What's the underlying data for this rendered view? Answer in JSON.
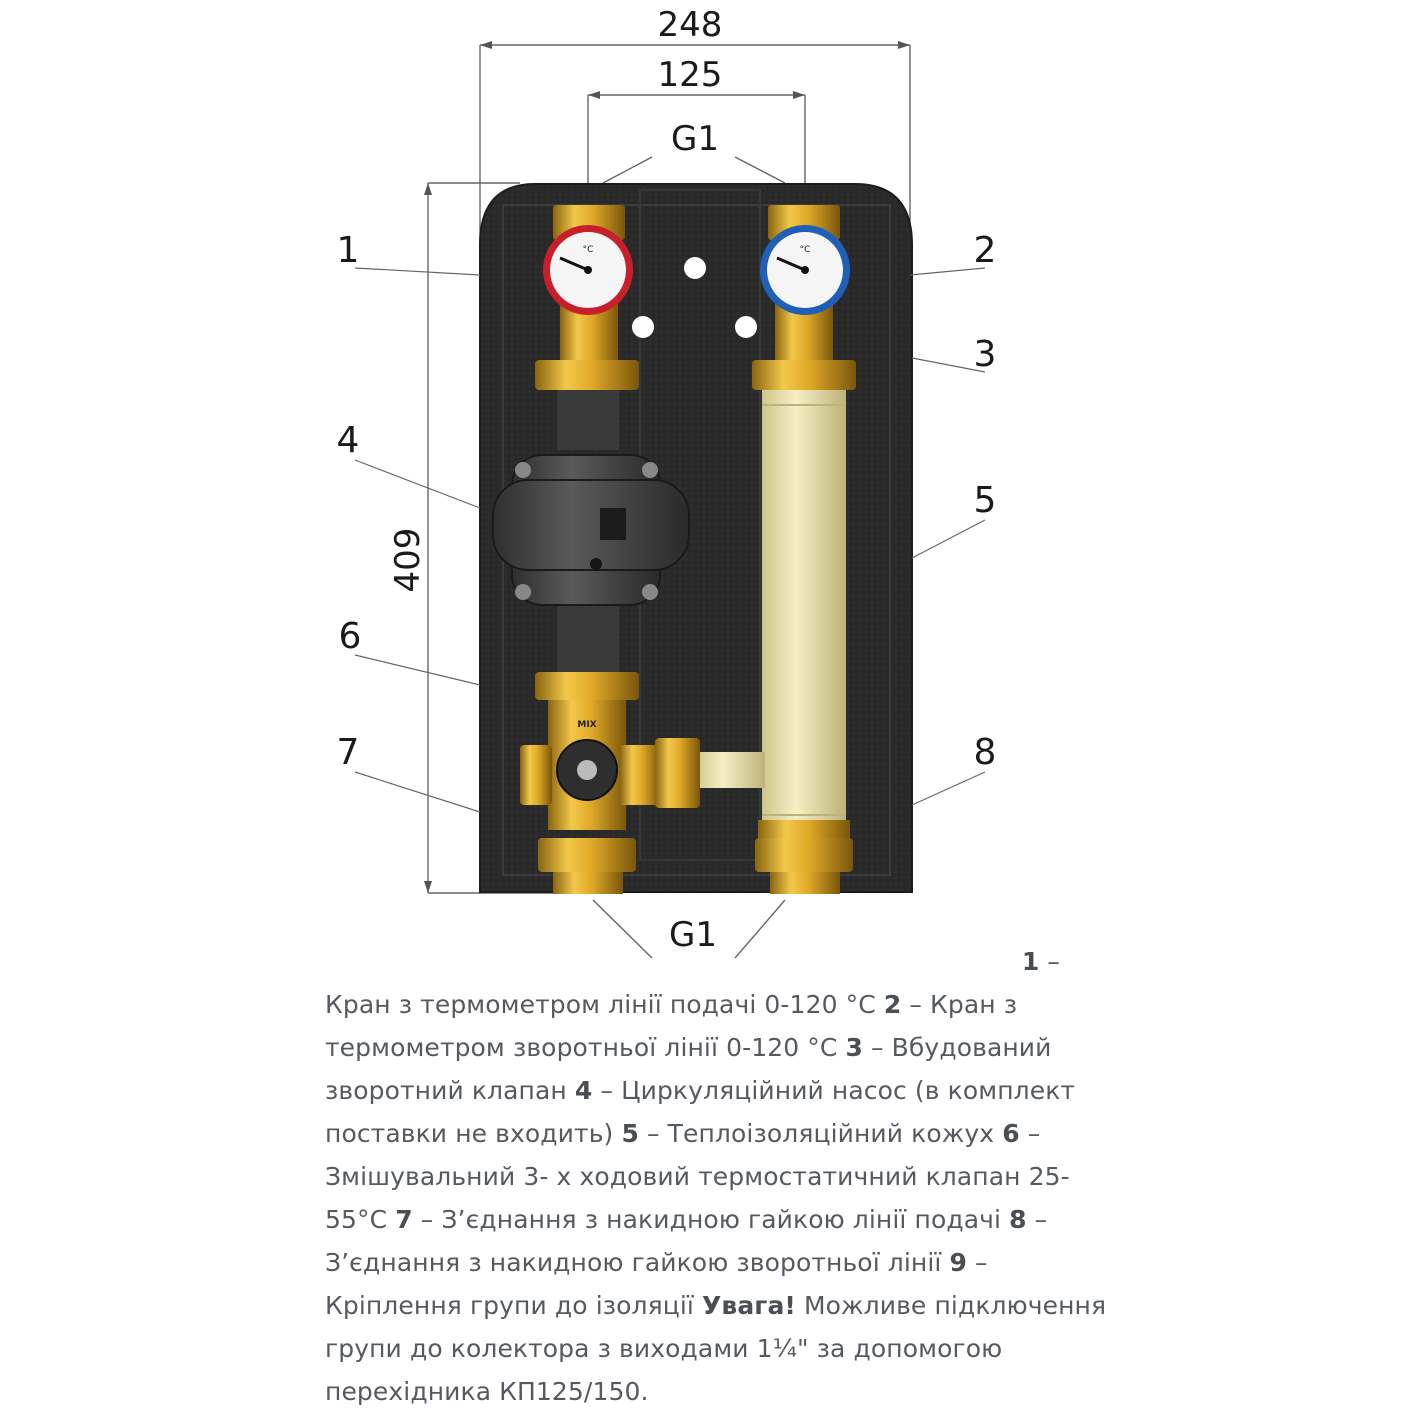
{
  "dimensions": {
    "width_total": "248",
    "width_axis": "125",
    "height_total": "409",
    "thread_top": "G1",
    "thread_bottom": "G1"
  },
  "callouts": [
    "1",
    "2",
    "3",
    "4",
    "5",
    "6",
    "7",
    "8"
  ],
  "gauges": {
    "left_unit": "°C",
    "right_unit": "°C",
    "valve_mark": "MIX"
  },
  "description": {
    "items": [
      {
        "num": "1",
        "text": " – Кран з термометром лінії подачі 0-120 °C "
      },
      {
        "num": "2",
        "text": " – Кран з термометром зворотньої лінії 0-120 °C "
      },
      {
        "num": "3",
        "text": " – Вбудований зворотний клапан "
      },
      {
        "num": "4",
        "text": " – Циркуляційний насос (в комплект поставки не входить) "
      },
      {
        "num": "5",
        "text": " – Теплоізоляційний кожух "
      },
      {
        "num": "6",
        "text": " – Змішувальний 3- х ходовий термостатичний клапан 25-55°C "
      },
      {
        "num": "7",
        "text": " – З’єднання з накидною гайкою лінії подачі "
      },
      {
        "num": "8",
        "text": " – З’єднання з накидною гайкою зворотньої лінії "
      },
      {
        "num": "9",
        "text": " – Кріплення групи до ізоляції "
      }
    ],
    "warning_label": "Увага!",
    "warning_text": " Можливе підключення групи до колектора з виходами 1¼\" за допомогою перехідника КП125/150."
  },
  "colors": {
    "insulation": "#2b2b2b",
    "brass": "#d9a520",
    "pipe": "#efe6b2",
    "gauge_red": "#c8202a",
    "gauge_blue": "#1f5fb8"
  }
}
